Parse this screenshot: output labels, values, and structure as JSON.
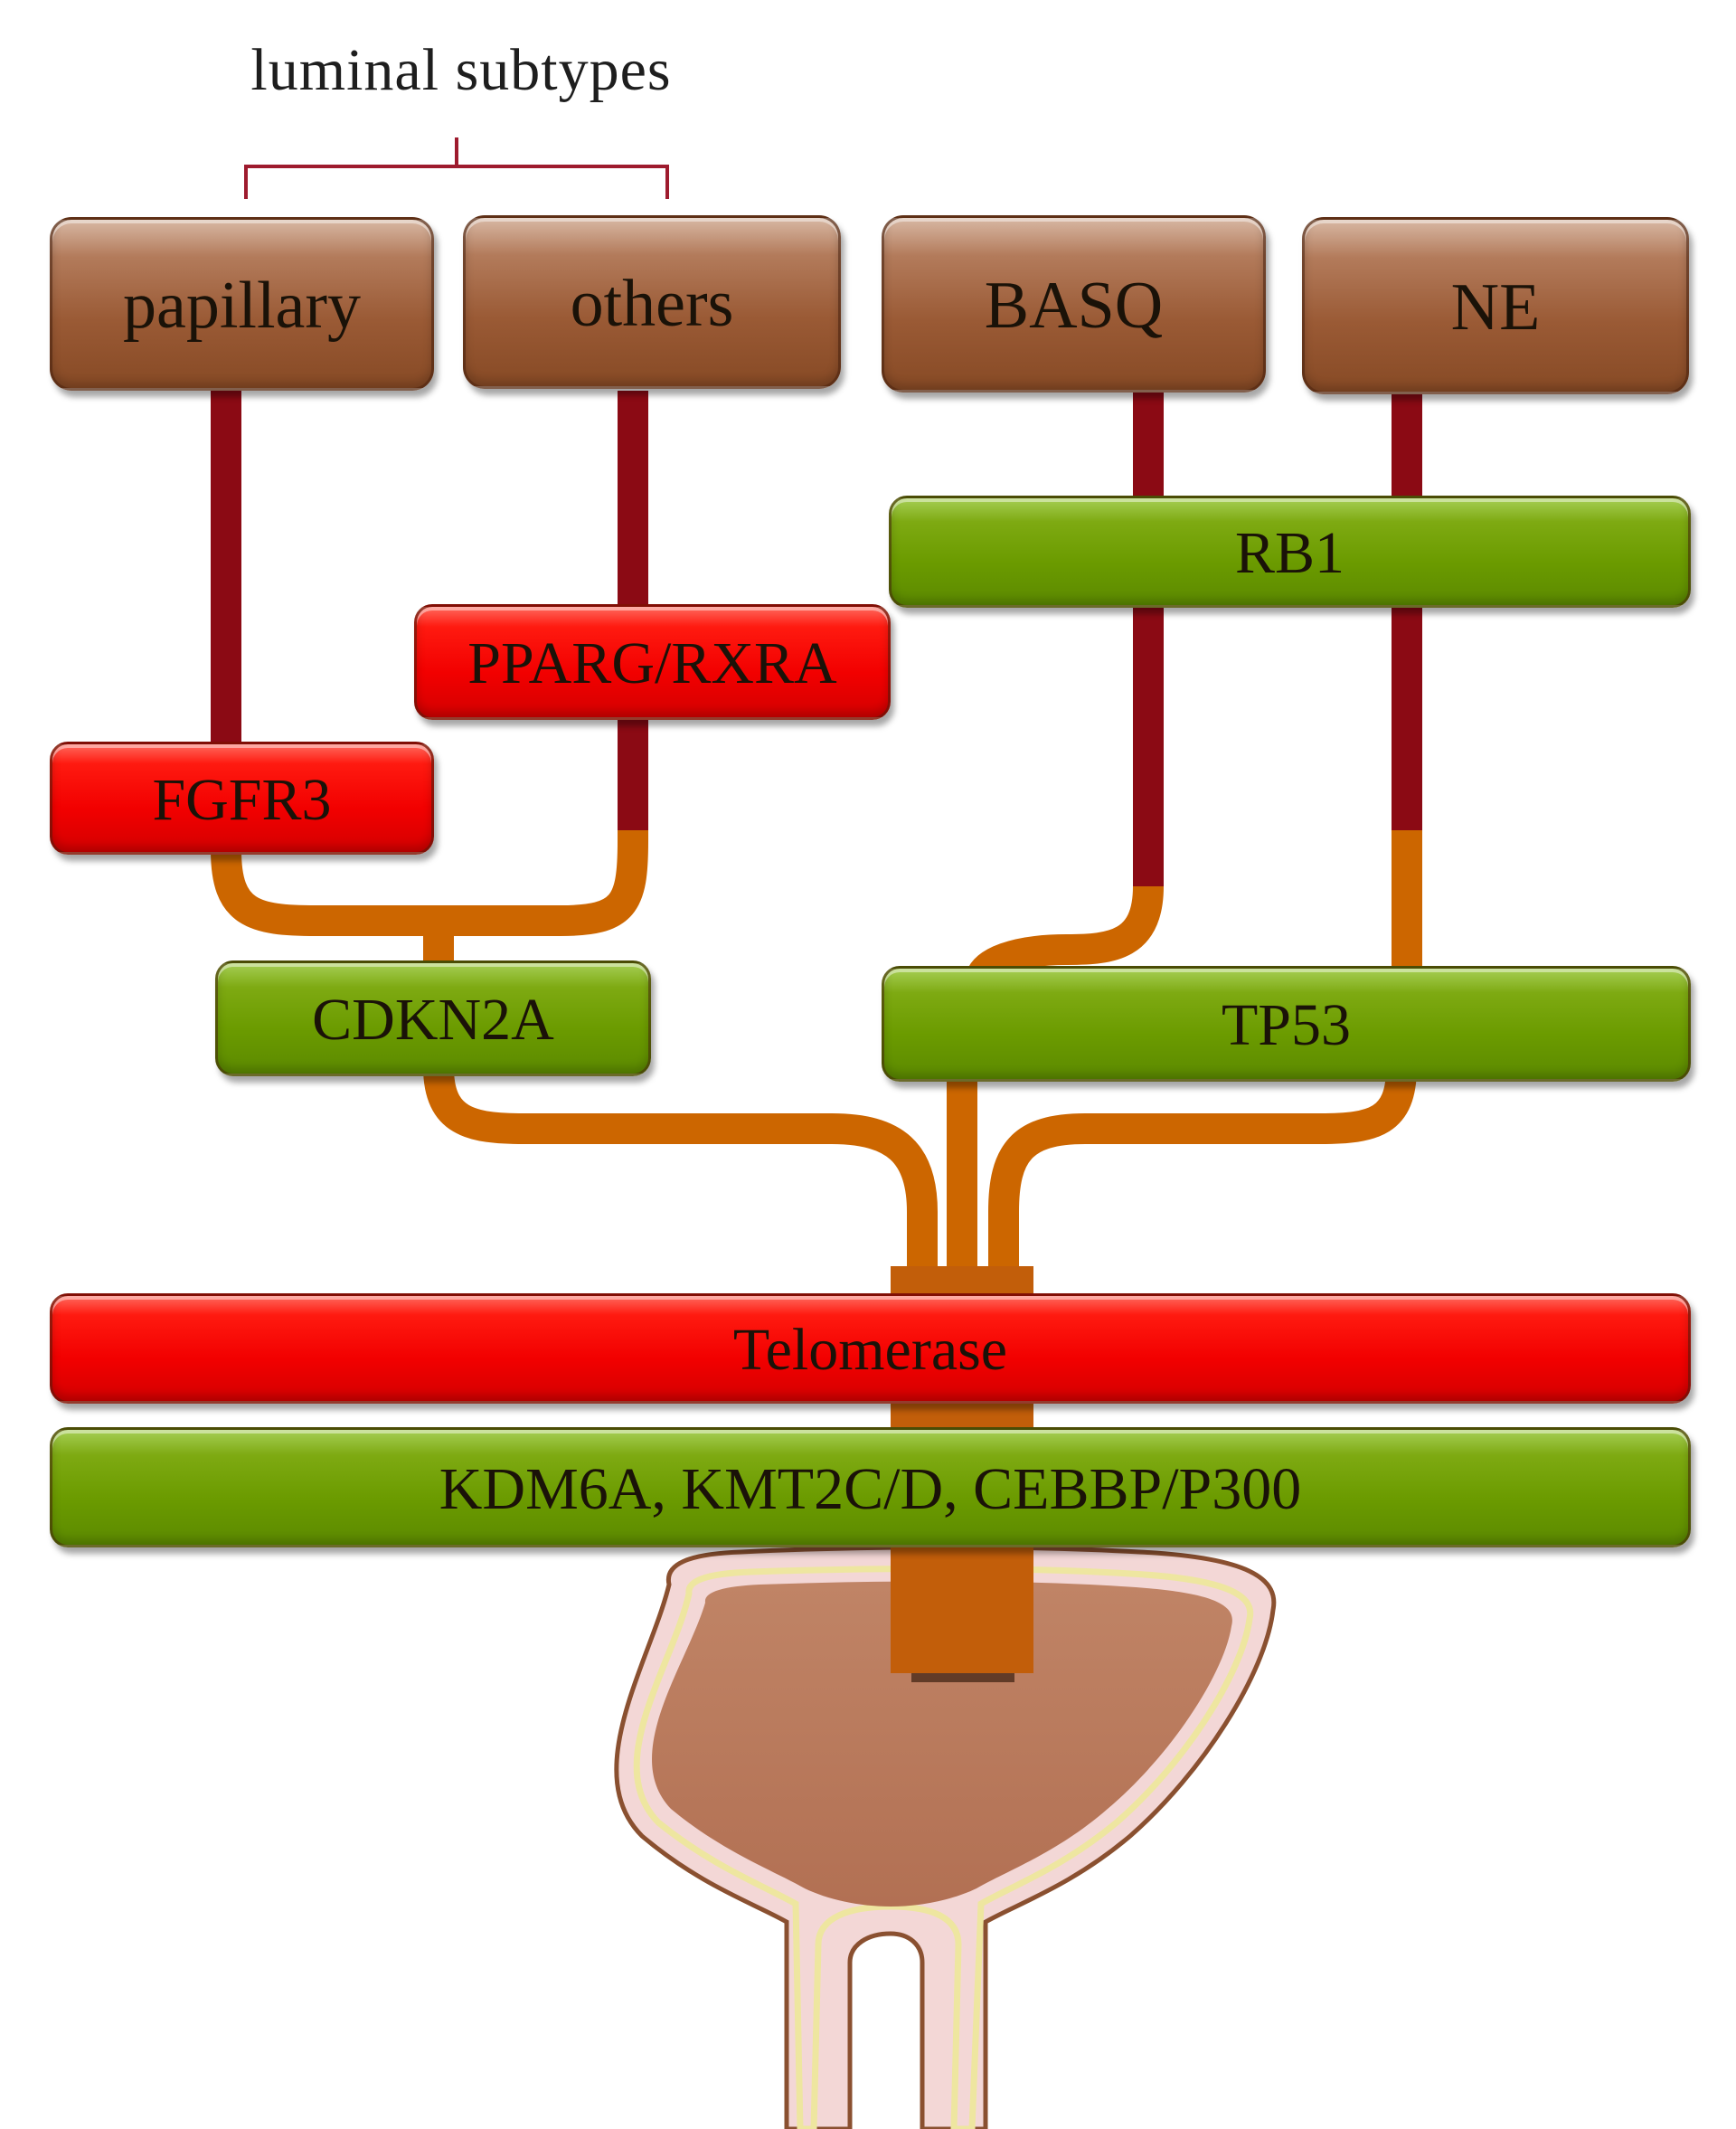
{
  "header": {
    "label": "luminal subtypes"
  },
  "subtypes": [
    {
      "label": "papillary"
    },
    {
      "label": "others"
    },
    {
      "label": "BASQ"
    },
    {
      "label": "NE"
    }
  ],
  "genes": {
    "fgfr3": "FGFR3",
    "pparg_rxra": "PPARG/RXRA",
    "rb1": "RB1",
    "cdkn2a": "CDKN2A",
    "tp53": "TP53",
    "telomerase": "Telomerase",
    "chromatin": "KDM6A,  KMT2C/D,  CEBBP/P300"
  },
  "colors": {
    "subtype_box": "#9a5a35",
    "oncogene_box": "#f20000",
    "suppressor_box": "#6b9b00",
    "upper_pathway": "#8b0a14",
    "lower_pathway": "#cc6600",
    "bracket": "#9e1b2e",
    "bladder_fill": "#b87a5c",
    "bladder_wall": "#8a5030"
  }
}
